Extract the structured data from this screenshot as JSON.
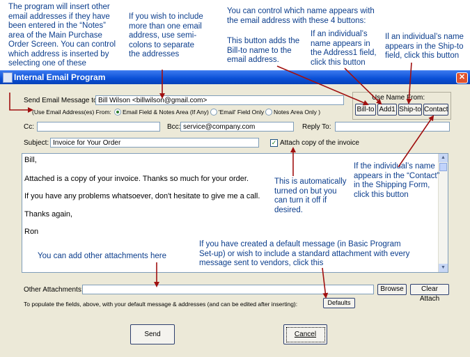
{
  "notes": {
    "insert_other": [
      "The program will insert other",
      "email addresses if they have",
      "been entered in the “Notes”",
      "area of  the Main Purchase",
      "Order Screen.  You can control",
      "which address is inserted by",
      "selecting one of these"
    ],
    "include_more": [
      "If you wish to include",
      "more than one email",
      "address, use semi-",
      "colons to separate",
      "the addresses"
    ],
    "control_name": [
      "You can control which name appears with",
      "the email address with these 4 buttons:"
    ],
    "billto_button": [
      "This button adds the",
      "Bill-to name to the",
      "email address."
    ],
    "address1": [
      "If an individual’s",
      "name appears in",
      "the Address1 field,",
      "click this button"
    ],
    "shipto": [
      "Il an individual’s name",
      "appears in the Ship-to",
      "field, click this button"
    ],
    "contact": [
      "If the individual’s name",
      "appears in the “Contact”",
      "in the Shipping Form,",
      "click this button"
    ],
    "auto_on": [
      "This is automatically",
      "turned on but you",
      "can turn it off if",
      "desired."
    ],
    "attachments": [
      "You can add other attachments here"
    ],
    "default_msg": [
      "If you have created a default message (in Basic Program",
      "Set-up) or wish to include a standard attachment with every",
      "message sent to vendors, click this"
    ]
  },
  "window": {
    "title": "Internal Email Program",
    "close_glyph": "✕"
  },
  "form": {
    "send_label": "Send Email Message to:",
    "send_value": "Bill Wilson <billwilson@gmail.com>",
    "use_from_label": "(Use Email Address(es) From:",
    "radio_options": [
      "Email Field & Notes Area (If Any)",
      "'Email' Field Only",
      "Notes Area Only )"
    ],
    "radio_selected": 0,
    "cc_label": "Cc:",
    "cc_value": "",
    "bcc_label": "Bcc:",
    "bcc_value": "service@company.com",
    "reply_label": "Reply To:",
    "reply_value": "",
    "subject_label": "Subject:",
    "subject_value": "Invoice for Your Order",
    "attach_label": "Attach copy of the invoice",
    "attach_checked": true
  },
  "use_name": {
    "label": "Use Name From:",
    "buttons": [
      "Bill-to",
      "Add1",
      "Ship-to",
      "Contact"
    ]
  },
  "message_lines": [
    "Bill,",
    "Attached is a copy of your invoice.  Thanks so much for your order.",
    "If you have any problems whatsoever, don't hesitate to give me a call.",
    "Thanks again,",
    "Ron"
  ],
  "other_attachments": {
    "label": "Other Attachments:",
    "value": "",
    "browse": "Browse",
    "clear": "Clear Attach"
  },
  "populate": {
    "text": "To populate the fields, above, with your default message & addresses (and can be edited after inserting):",
    "button": "Defaults"
  },
  "footer": {
    "send": "Send",
    "cancel": "Cancel"
  },
  "colors": {
    "annotation_text": "#0b3d8c",
    "arrow": "#a01010",
    "title_bar": "#0a4fd6",
    "window_bg": "#ece9d8"
  }
}
